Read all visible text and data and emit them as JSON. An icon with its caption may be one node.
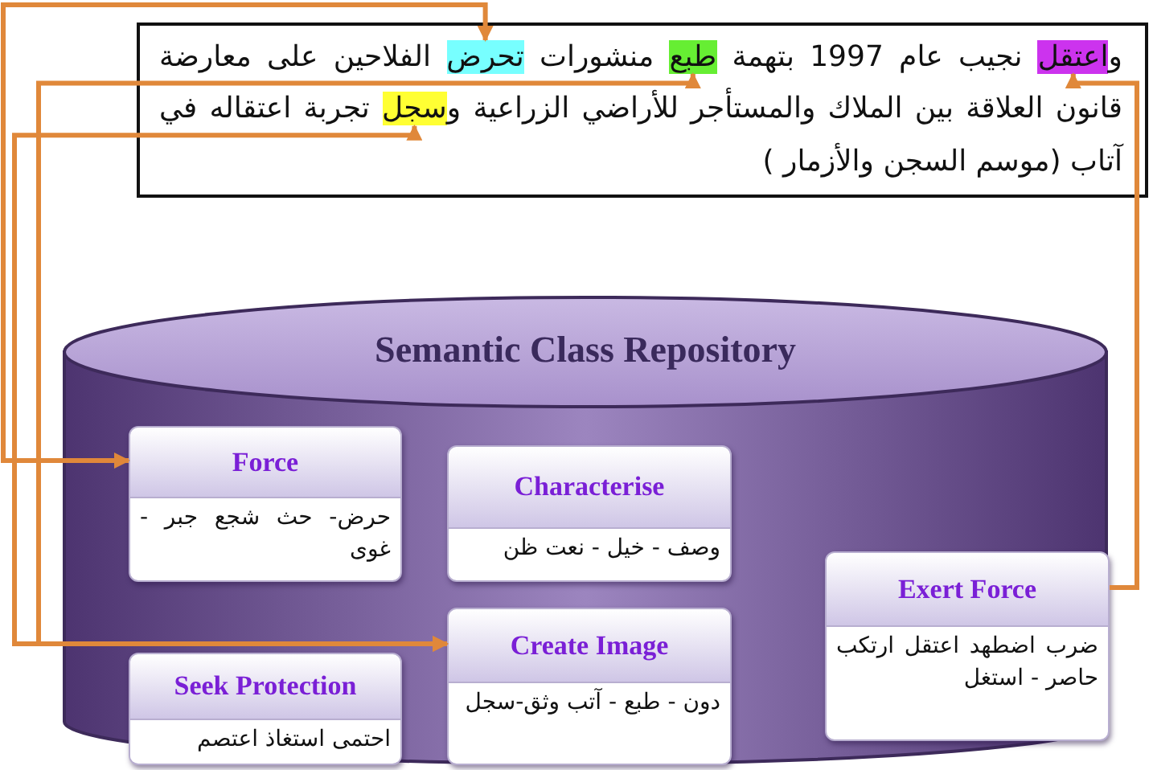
{
  "diagram": {
    "nodes": [
      {
        "text": [
          "واعتقل نجيب عام 1997 بتهمة طبع منشورات تحرض الفلاحين على معارضة قانون العلاقة بين الملاك والمستأجر للأراضي الزراعية وسجل تجربة اعتقاله في آتاب (موسم السجن والأزمار )"
        ]
      },
      {
        "text": [],
        "shape": "box",
        "in": 0
      },
      {
        "text": [],
        "shape": "box",
        "in": 0
      },
      {
        "text": [],
        "shape": "box",
        "in": 0
      },
      {
        "text": [],
        "shape": "box",
        "in": 0
      },
      {
        "text": [
          "Semantic Class Repository"
        ]
      },
      {
        "text": [
          "Force",
          "حرض- حث شجع جبر - غوى"
        ],
        "in": 5
      },
      {
        "text": [
          "Characterise",
          "وصف - خيل - نعت ظن"
        ],
        "in": 5
      },
      {
        "text": [
          "Seek Protection",
          "احتمى استغاذ اعتصم"
        ],
        "in": 5
      },
      {
        "text": [
          "Create Image",
          "دون - طبع - آتب وثق-سجل"
        ],
        "in": 5
      },
      {
        "text": [
          "Exert Force",
          "ضرب اضطهد اعتقل ارتكب حاصر - استغل"
        ],
        "in": 5
      }
    ],
    "edges": [
      {
        "from": 3,
        "to": 6,
        "arrow": "both"
      },
      {
        "from": 2,
        "to": 9,
        "arrow": "both"
      },
      {
        "from": 4,
        "to": 9,
        "arrow": "both"
      },
      {
        "from": 10,
        "to": 1,
        "arrow": "to"
      }
    ]
  }
}
